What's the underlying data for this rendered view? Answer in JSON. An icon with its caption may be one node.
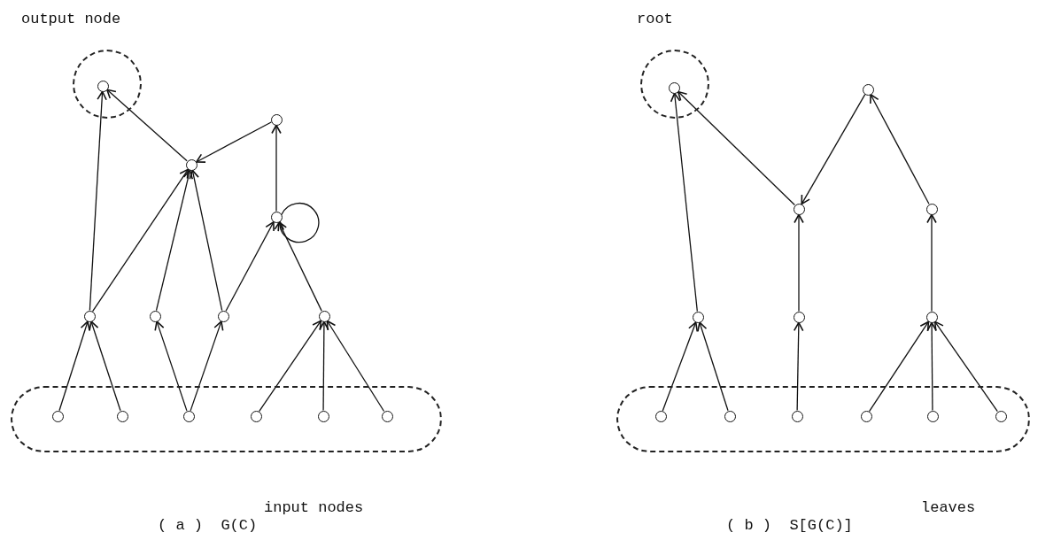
{
  "diagram": {
    "nodes": [
      {
        "text": [
          "output node"
        ]
      },
      {
        "text": [],
        "shape": "circle",
        "in": 0
      },
      {
        "text": [],
        "shape": "circle"
      },
      {
        "text": [],
        "shape": "circle"
      },
      {
        "text": [],
        "shape": "circle"
      },
      {
        "text": [],
        "shape": "circle"
      },
      {
        "text": [],
        "shape": "circle"
      },
      {
        "text": [],
        "shape": "circle"
      },
      {
        "text": [],
        "shape": "circle"
      },
      {
        "text": [
          "input nodes"
        ]
      },
      {
        "text": [],
        "shape": "circle",
        "in": 9
      },
      {
        "text": [],
        "shape": "circle",
        "in": 9
      },
      {
        "text": [],
        "shape": "circle",
        "in": 9
      },
      {
        "text": [],
        "shape": "circle",
        "in": 9
      },
      {
        "text": [],
        "shape": "circle",
        "in": 9
      },
      {
        "text": [],
        "shape": "circle",
        "in": 9
      },
      {
        "text": [
          "root"
        ]
      },
      {
        "text": [],
        "shape": "circle",
        "in": 16
      },
      {
        "text": [],
        "shape": "circle"
      },
      {
        "text": [],
        "shape": "circle"
      },
      {
        "text": [],
        "shape": "circle"
      },
      {
        "text": [],
        "shape": "circle"
      },
      {
        "text": [],
        "shape": "circle"
      },
      {
        "text": [],
        "shape": "circle"
      },
      {
        "text": [
          "leaves"
        ]
      },
      {
        "text": [],
        "shape": "circle",
        "in": 24
      },
      {
        "text": [],
        "shape": "circle",
        "in": 24
      },
      {
        "text": [],
        "shape": "circle",
        "in": 24
      },
      {
        "text": [],
        "shape": "circle",
        "in": 24
      },
      {
        "text": [],
        "shape": "circle",
        "in": 24
      },
      {
        "text": [],
        "shape": "circle",
        "in": 24
      }
    ],
    "edges": [
      {
        "from": 10,
        "to": 5,
        "arrow": "to"
      },
      {
        "from": 11,
        "to": 5,
        "arrow": "to"
      },
      {
        "from": 12,
        "to": 6,
        "arrow": "to"
      },
      {
        "from": 12,
        "to": 7,
        "arrow": "to"
      },
      {
        "from": 13,
        "to": 8,
        "arrow": "to"
      },
      {
        "from": 14,
        "to": 8,
        "arrow": "to"
      },
      {
        "from": 15,
        "to": 8,
        "arrow": "to"
      },
      {
        "from": 5,
        "to": 1,
        "arrow": "to"
      },
      {
        "from": 5,
        "to": 3,
        "arrow": "to"
      },
      {
        "from": 6,
        "to": 3,
        "arrow": "to"
      },
      {
        "from": 7,
        "to": 3,
        "arrow": "to"
      },
      {
        "from": 7,
        "to": 4,
        "arrow": "to"
      },
      {
        "from": 8,
        "to": 4,
        "arrow": "to"
      },
      {
        "from": 4,
        "to": 4,
        "arrow": "to"
      },
      {
        "from": 4,
        "to": 2,
        "arrow": "to"
      },
      {
        "from": 2,
        "to": 3,
        "arrow": "to"
      },
      {
        "from": 3,
        "to": 1,
        "arrow": "to"
      },
      {
        "from": 25,
        "to": 21,
        "arrow": "to"
      },
      {
        "from": 26,
        "to": 21,
        "arrow": "to"
      },
      {
        "from": 27,
        "to": 22,
        "arrow": "to"
      },
      {
        "from": 28,
        "to": 23,
        "arrow": "to"
      },
      {
        "from": 29,
        "to": 23,
        "arrow": "to"
      },
      {
        "from": 30,
        "to": 23,
        "arrow": "to"
      },
      {
        "from": 21,
        "to": 17,
        "arrow": "to"
      },
      {
        "from": 22,
        "to": 19,
        "arrow": "to"
      },
      {
        "from": 19,
        "to": 17,
        "arrow": "to"
      },
      {
        "from": 18,
        "to": 19,
        "arrow": "to"
      },
      {
        "from": 23,
        "to": 20,
        "arrow": "to"
      },
      {
        "from": 20,
        "to": 18,
        "arrow": "to"
      }
    ],
    "labels": [
      "( a )  G(C)",
      "( b )  S[G(C)]"
    ]
  }
}
